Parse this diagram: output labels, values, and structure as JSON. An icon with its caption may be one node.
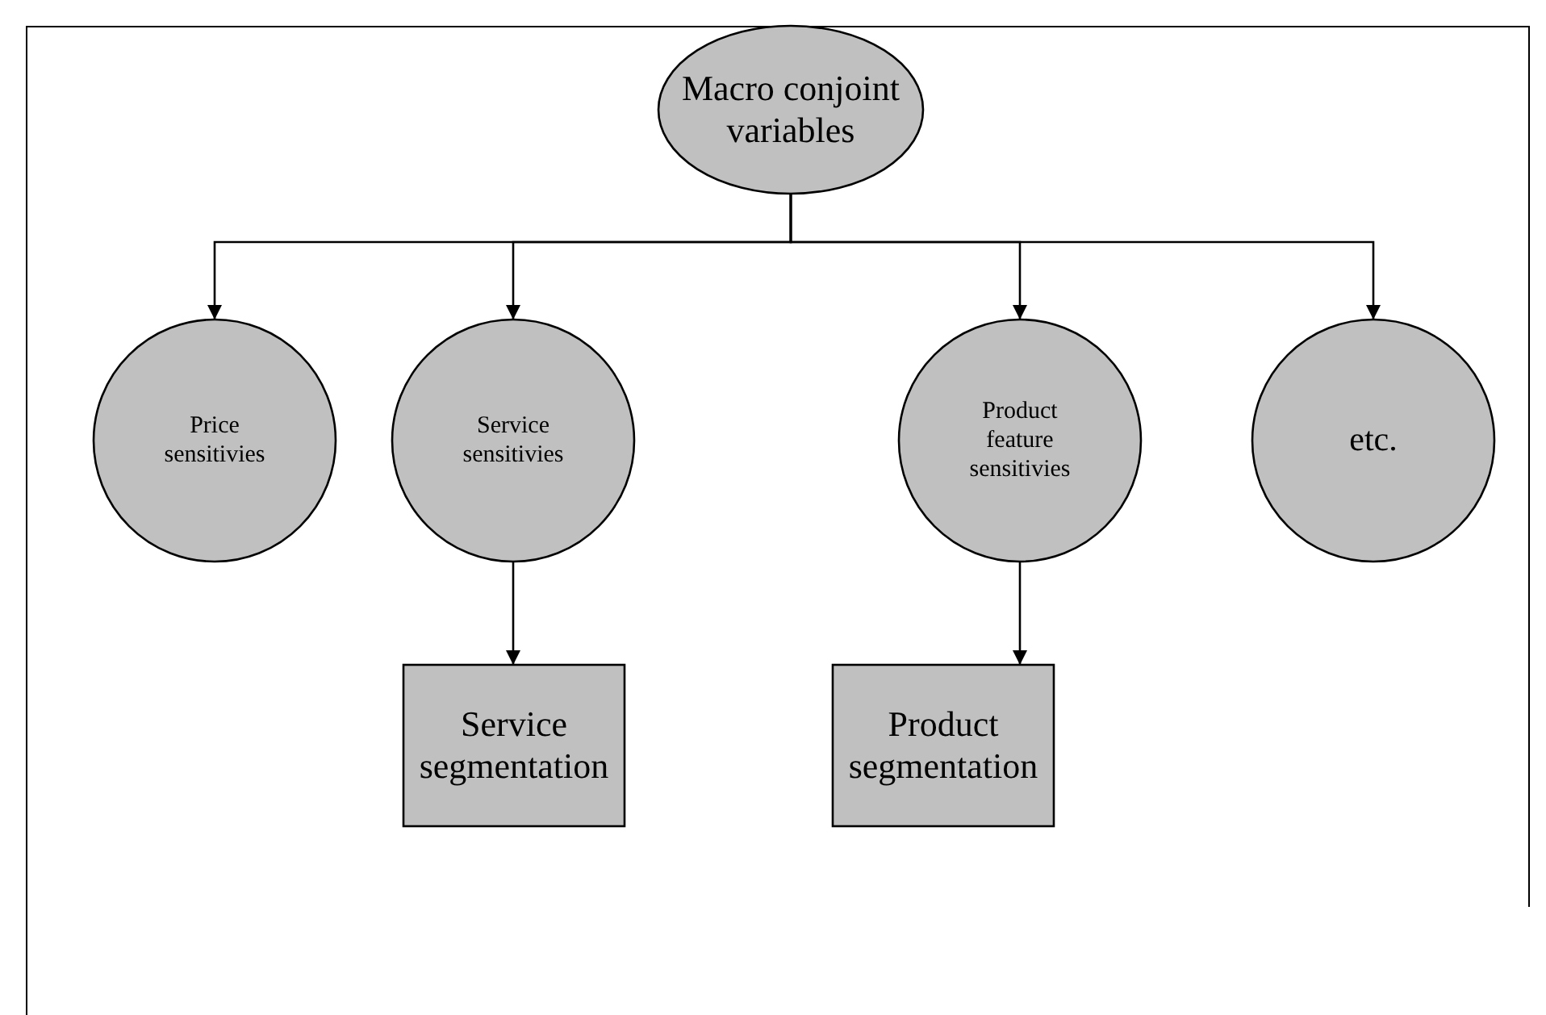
{
  "diagram": {
    "nodes": [
      {
        "text": [
          "Macro conjoint variables"
        ]
      },
      {
        "text": [
          "Price sensitivies"
        ]
      },
      {
        "text": [
          "Service sensitivies"
        ]
      },
      {
        "text": [
          "Product feature sensitivies"
        ]
      },
      {
        "text": [
          "etc."
        ]
      },
      {
        "text": [
          "Service segmentation"
        ]
      },
      {
        "text": [
          "Product segmentation"
        ]
      }
    ],
    "edges": [
      {
        "from": 0,
        "to": 1,
        "arrow": "to"
      },
      {
        "from": 0,
        "to": 2,
        "arrow": "to"
      },
      {
        "from": 0,
        "to": 3,
        "arrow": "to"
      },
      {
        "from": 0,
        "to": 4,
        "arrow": "to"
      },
      {
        "from": 2,
        "to": 5,
        "arrow": "to"
      },
      {
        "from": 3,
        "to": 6,
        "arrow": "to"
      }
    ]
  }
}
